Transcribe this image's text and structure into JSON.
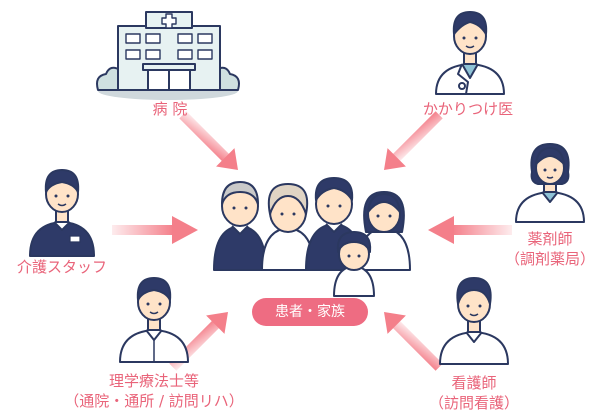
{
  "center": {
    "label": "患者・家族"
  },
  "roles": {
    "hospital": {
      "label": "病 院"
    },
    "doctor": {
      "label": "かかりつけ医"
    },
    "care_staff": {
      "label": "介護スタッフ"
    },
    "pharmacist": {
      "label": "薬剤師",
      "sub": "（調剤薬局）"
    },
    "therapist": {
      "label": "理学療法士等",
      "sub": "（通院・通所 / 訪問リハ）"
    },
    "nurse": {
      "label": "看護師",
      "sub": "（訪問看護）"
    }
  },
  "colors": {
    "accent": "#ee6c82",
    "arrow": "#f47f8a",
    "line": "#2b3860",
    "navy": "#2e3a68",
    "skin": "#ffe3c8",
    "hospital_body": "#e7f2f2"
  },
  "icons": {
    "hospital": "hospital-building-icon",
    "doctor": "doctor-icon",
    "care_staff": "care-staff-icon",
    "pharmacist": "pharmacist-icon",
    "therapist": "therapist-icon",
    "nurse": "nurse-icon",
    "family": "family-group-icon"
  }
}
